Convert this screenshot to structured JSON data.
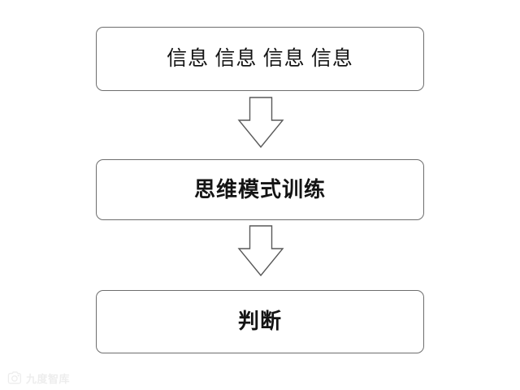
{
  "diagram": {
    "type": "flowchart",
    "orientation": "vertical-top-down",
    "background_color": "#ffffff",
    "box_border_color": "#6e6e6e",
    "arrow_outline_color": "#595959",
    "text_color": "#141414",
    "nodes": [
      {
        "id": "information",
        "label": "信息 信息 信息 信息",
        "bold": false
      },
      {
        "id": "training",
        "label": "思维模式训练",
        "bold": true
      },
      {
        "id": "judgment",
        "label": "判断",
        "bold": true
      }
    ],
    "connectors": [
      {
        "id": "arrow-one",
        "icon": "arrow-down-icon",
        "from": "information",
        "to": "training"
      },
      {
        "id": "arrow-two",
        "icon": "arrow-down-icon",
        "from": "training",
        "to": "judgment"
      }
    ]
  },
  "watermark": {
    "icon": "camera-logo-icon",
    "text": "九度智库"
  }
}
